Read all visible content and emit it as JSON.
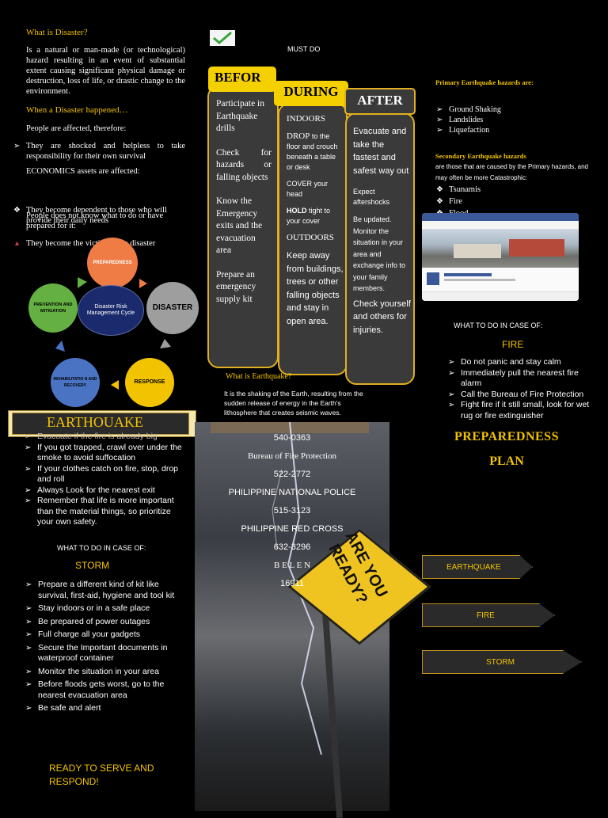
{
  "left": {
    "what_is_disaster_title": "What is Disaster?",
    "what_is_disaster_body": "Is a natural or man-made (or technological) hazard resulting in an event of substantial extent causing significant physical damage or destruction, loss of life, or drastic change to the environment.",
    "when_happened_title": "When a Disaster happened…",
    "people_affected": "People are affected, therefore:",
    "bullet_shocked": "They are shocked and helpless to take responsibility for their own survival",
    "economics": "ECONOMICS assets are affected:",
    "bullet_dependent": "They become dependent to those who will provide their daily needs",
    "people_not_know": "People does not know what to do or have prepared for it:",
    "bullet_victim": "They become the victim of the disaster"
  },
  "cycle": {
    "preparedness": "PREPAREDNESS",
    "disaster": "DISASTER",
    "response": "RESPONSE",
    "rehabilitation": "REHABILITATIO N AND RECOVERY",
    "prevention": "PREVENTION AND MITIGATION",
    "center": "Disaster Risk Management Cycle"
  },
  "earthquake_banner": "EARTHOUAKE",
  "fire_continued": [
    "Evacuate if the fire is already big",
    "If you got trapped, crawl over under the smoke to avoid suffocation",
    "If your clothes catch on fire, stop, drop and roll",
    "Always Look for the nearest exit",
    "Remember that life is more important than the material things, so prioritize your own safety."
  ],
  "storm": {
    "heading": "WHAT TO DO IN CASE OF:",
    "title": "STORM",
    "items": [
      "Prepare a different kind of kit like survival, first-aid, hygiene and tool kit",
      "Stay indoors or in a safe place",
      "Be prepared of power outages",
      "Full charge all your gadgets",
      "Secure the Important documents in waterproof container",
      "Monitor the situation in your area",
      "Before floods gets worst, go to the nearest evacuation area",
      "Be safe and alert"
    ],
    "tagline": "READY TO SERVE AND RESPOND!"
  },
  "must_do": "MUST DO",
  "before": {
    "label": "BEFOR",
    "items": [
      "Participate in Earthquake drills",
      "Check for hazards or falling objects",
      "Know the Emergency exits and the evacuation area",
      "Prepare an emergency supply kit"
    ]
  },
  "during": {
    "label": "DURING",
    "indoors": "INDOORS",
    "drop": "DROP",
    "drop_rest": " to the floor and crouch beneath a table or desk",
    "cover": "COVER your head",
    "hold": "HOLD",
    "hold_rest": " tight to your cover",
    "outdoors": "OUTDOORS",
    "outdoors_text": "Keep away from buildings, trees or other falling objects and stay in open area."
  },
  "after": {
    "label": "AFTER",
    "evacuate": "Evacuate and take the fastest and safest way out",
    "expect": "Expect aftershocks",
    "updated": "Be updated. Monitor the situation in your area and exchange info to your family members.",
    "check": "Check yourself and others for injuries."
  },
  "what_is_earthquake_title": "What is Earthquake?",
  "what_is_earthquake_body": "It is the shaking of the Earth, resulting from the sudden release of energy in the Earth's lithosphere that creates seismic waves.",
  "hotlines": {
    "num1": "540-0363",
    "bfp": "Bureau of Fire Protection",
    "num2": "522-2772",
    "pnp": "PHILIPPINE NATIONAL POLICE",
    "num3": "515-3123",
    "prc": "PHILIPPINE RED CROSS",
    "num4": "632-3296",
    "belen": "B E L E N",
    "num5": "16911"
  },
  "sign_text": "ARE YOU READY?",
  "hazards": {
    "primary_title": "Primary Earthquake hazards are:",
    "primary": [
      "Ground Shaking",
      "Landslides",
      "Liquefaction"
    ],
    "secondary_title": "Secondary Earthquake hazards",
    "secondary_desc": "are those that are caused by the Primary hazards, and may often be more Catastrophic:",
    "secondary": [
      "Tsunamis",
      "Fire",
      "Flood"
    ]
  },
  "fire": {
    "heading": "WHAT TO DO IN CASE OF:",
    "title": "FIRE",
    "items": [
      "Do not panic and stay calm",
      "Immediately pull the nearest fire alarm",
      "Call the Bureau of Fire Protection",
      "Fight fire if it still small, look for wet rug or fire extinguisher"
    ]
  },
  "plan": {
    "line1": "PREPAREDNESS",
    "line2": "PLAN"
  },
  "nav": {
    "earthquake": "EARTHQUAKE",
    "fire": "FIRE",
    "storm": "STORM"
  }
}
